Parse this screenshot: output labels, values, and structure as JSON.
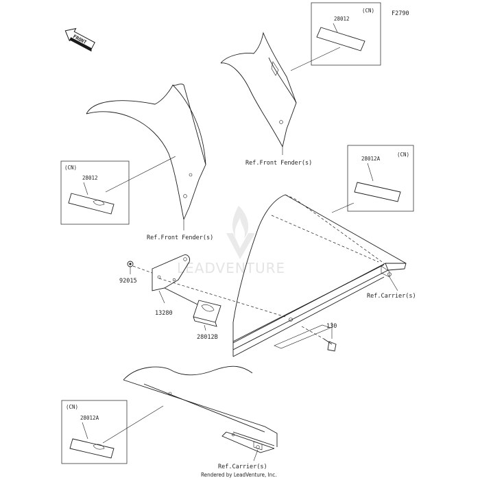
{
  "diagram": {
    "figure_code": "F2790",
    "front_arrow": "FRONT",
    "watermark": "LEADVENTURE",
    "footer": "Rendered by LeadVenture, Inc.",
    "callouts": {
      "box_top_right": {
        "region": "(CN)",
        "part": "28012"
      },
      "box_left": {
        "region": "(CN)",
        "part": "28012"
      },
      "box_mid_right": {
        "region": "(CN)",
        "part": "28012A"
      },
      "box_bottom_left": {
        "region": "(CN)",
        "part": "28012A"
      }
    },
    "part_labels": {
      "p92015": "92015",
      "p13280": "13280",
      "p28012b": "28012B",
      "p130": "130"
    },
    "ref_labels": {
      "fender_right": "Ref.Front Fender(s)",
      "fender_left": "Ref.Front Fender(s)",
      "carrier_right": "Ref.Carrier(s)",
      "carrier_bottom": "Ref.Carrier(s)"
    }
  }
}
